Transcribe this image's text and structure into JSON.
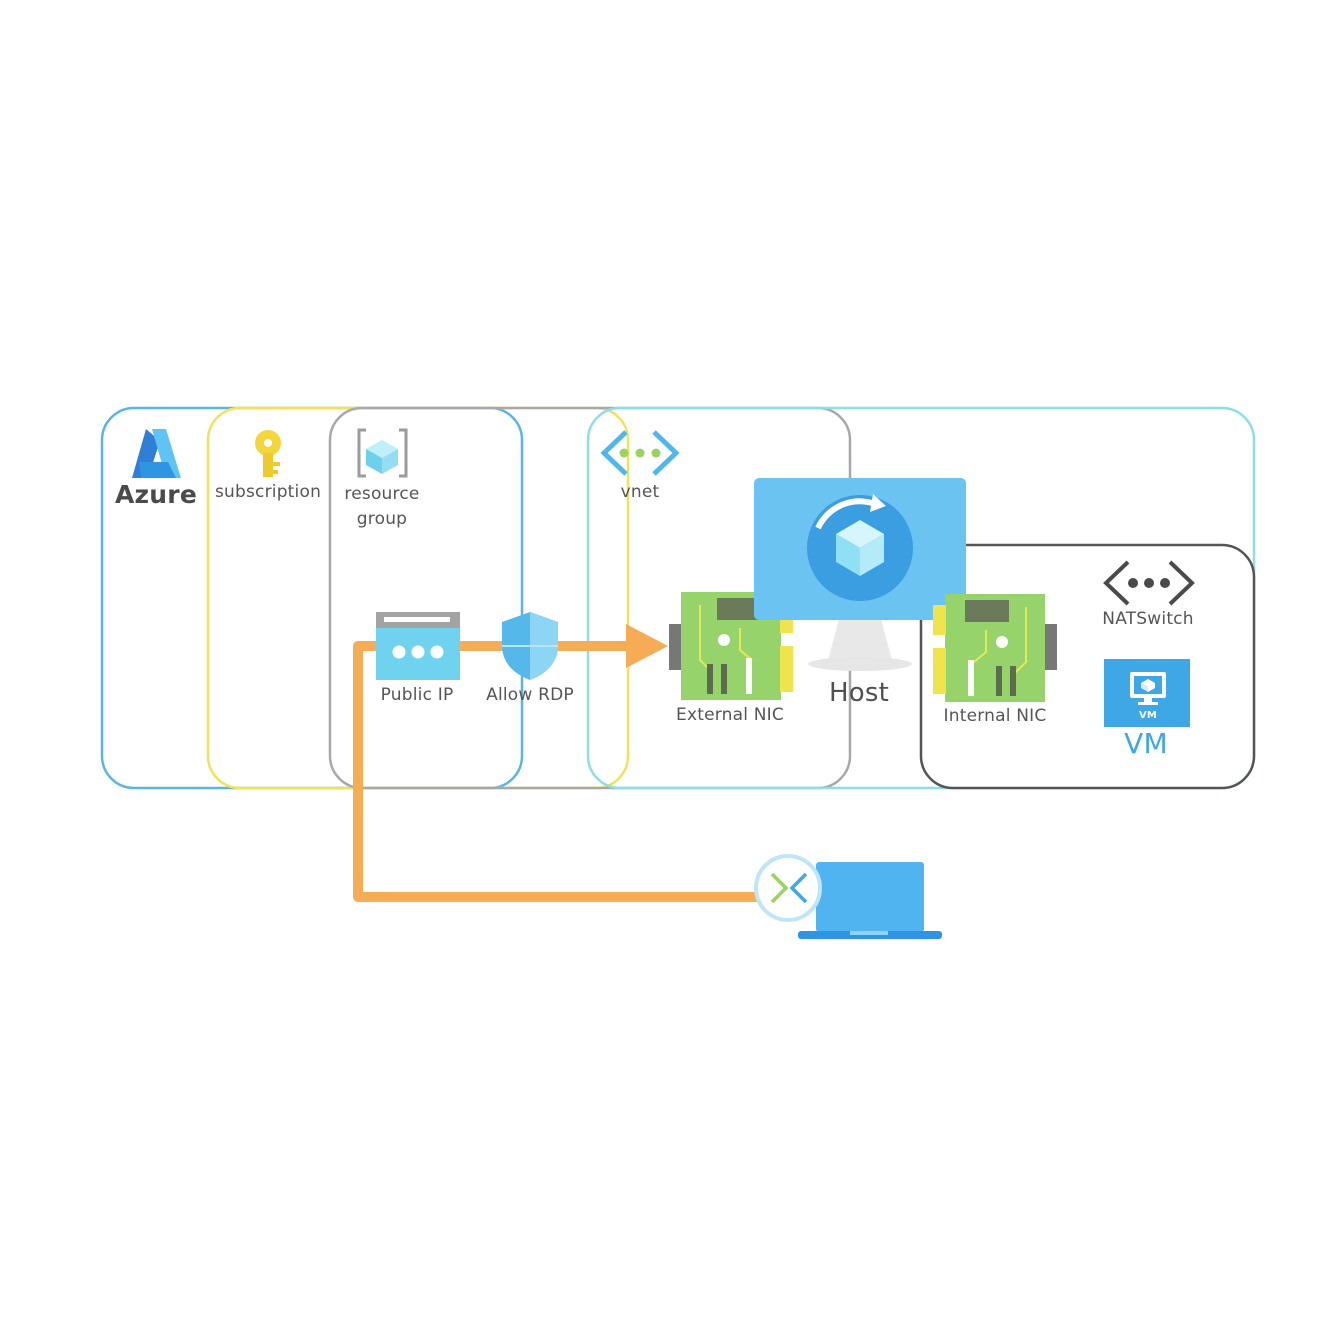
{
  "scopes": {
    "azure": "Azure",
    "subscription": "subscription",
    "resource_group_line1": "resource",
    "resource_group_line2": "group",
    "vnet": "vnet"
  },
  "resources": {
    "public_ip": "Public IP",
    "allow_rdp": "Allow RDP",
    "external_nic": "External NIC",
    "host": "Host",
    "internal_nic": "Internal NIC",
    "natswitch": "NATSwitch",
    "vm_badge": "VM",
    "vm": "VM"
  },
  "colors": {
    "azure_border": "#5ab4e6",
    "subscription_border": "#f2e25a",
    "resource_group_border": "#a8a8a8",
    "vnet_border": "#8fdde6",
    "host_network_border": "#555555",
    "connection": "#f6ab55",
    "nic": "#8fcf63",
    "accent_blue": "#3ea7e6"
  },
  "icons": {
    "azure": "azure-logo-icon",
    "subscription": "key-icon",
    "resource_group": "resource-group-icon",
    "vnet": "vnet-icon",
    "public_ip": "public-ip-icon",
    "allow_rdp": "shield-icon",
    "external_nic": "nic-icon",
    "host": "host-monitor-icon",
    "internal_nic": "nic-icon",
    "natswitch": "natswitch-icon",
    "vm": "vm-icon",
    "client": "laptop-icon",
    "remote_desktop": "remote-desktop-icon"
  }
}
